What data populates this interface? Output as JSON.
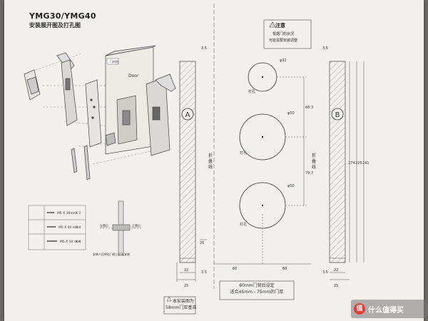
{
  "document": {
    "model": "YMG30/YMG40",
    "subtitle": "安装展开图及打孔图",
    "door_label": "Door",
    "door_tag": "门的侧",
    "note_title": "注意",
    "note_line1": "根据门的状况",
    "note_line2": "可能需要安装调整",
    "bottom_note_line1": "60mm门背后设定",
    "bottom_note_line2": "适合45mm - 75mm的门厚",
    "warning_line1": "本安装图为",
    "warning_line2": "58mm门厚基准",
    "fold_line": "折叠线",
    "hole_label": "打孔",
    "template_a": "A",
    "template_b": "B",
    "dims": {
      "d35": "3.5",
      "d32": "φ32",
      "d50": "φ50",
      "d68": "68.3",
      "d79": "79.7",
      "d25": "25",
      "d22": "22",
      "d60": "60",
      "d274": "274",
      "d225": "225",
      "d241": "241"
    },
    "screw_table": [
      {
        "label": "M5 X 30mm",
        "qty": "X 2"
      },
      {
        "label": "M5 X 40 mm",
        "qty": "X 4"
      },
      {
        "label": "M5 X 50 mm",
        "qty": "X 4"
      }
    ],
    "screw_note1": "左置后",
    "screw_note2": "正置后",
    "install_note": "安装人员将在门框上打孔安装"
  },
  "watermark": {
    "badge": "值",
    "text": "什么值得买"
  }
}
